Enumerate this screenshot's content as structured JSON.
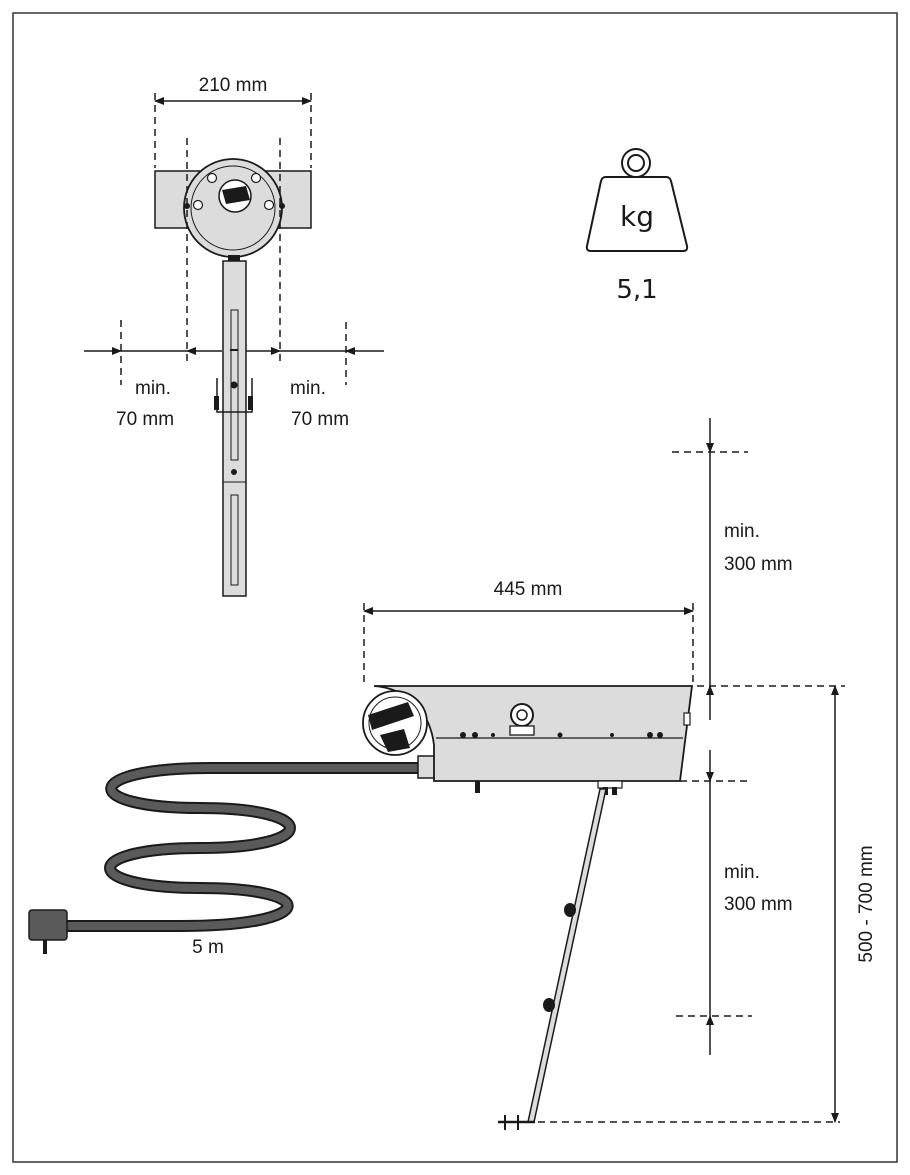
{
  "front_view": {
    "width_label": "210 mm",
    "clearance_left": {
      "line1": "min.",
      "line2": "70 mm"
    },
    "clearance_right": {
      "line1": "min.",
      "line2": "70 mm"
    }
  },
  "weight": {
    "unit": "kg",
    "value": "5,1"
  },
  "side_view": {
    "length_label": "445 mm",
    "clearance_top": {
      "line1": "min.",
      "line2": "300 mm"
    },
    "clearance_bottom": {
      "line1": "min.",
      "line2": "300 mm"
    },
    "mount_height": "500 - 700 mm",
    "cable_length": "5 m"
  },
  "colors": {
    "line": "#1a1a1a",
    "body_fill": "#dcdcdc",
    "cable": "#5a5a5a"
  }
}
